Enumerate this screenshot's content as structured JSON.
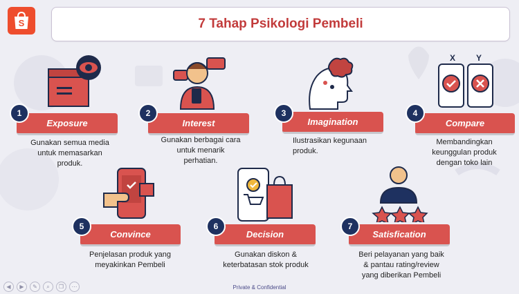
{
  "brand": {
    "logo_glyph": "S",
    "accent": "#ee4d2d"
  },
  "title": "7 Tahap Psikologi Pembeli",
  "steps": [
    {
      "num": "1",
      "label": "Exposure",
      "desc": "Gunakan semua media\nuntuk memasarkan\nproduk.",
      "icon": "box-eye-icon"
    },
    {
      "num": "2",
      "label": "Interest",
      "desc": "Gunakan berbagai cara\nuntuk menarik\nperhatian.",
      "icon": "person-phone-chat-icon"
    },
    {
      "num": "3",
      "label": "Imagination",
      "desc": "Ilustrasikan kegunaan\nproduk.",
      "icon": "head-thinking-icon"
    },
    {
      "num": "4",
      "label": "Compare",
      "desc": "Membandingkan\nkeunggulan produk\ndengan toko lain",
      "icon": "compare-phones-icon"
    },
    {
      "num": "5",
      "label": "Convince",
      "desc": "Penjelasan produk yang\nmeyakinkan Pembeli",
      "icon": "hand-phone-icon"
    },
    {
      "num": "6",
      "label": "Decision",
      "desc": "Gunakan diskon &\nketerbatasan stok produk",
      "icon": "phone-cart-bag-icon"
    },
    {
      "num": "7",
      "label": "Satisfication",
      "desc": "Beri pelayanan yang baik\n& pantau rating/review\nyang diberikan Pembeli",
      "icon": "user-rating-stars-icon"
    }
  ],
  "compare_labels": {
    "left": "X",
    "right": "Y"
  },
  "footer": "Private & Confidential",
  "colors": {
    "bar": "#d9534f",
    "num": "#1e3160",
    "title": "#c23b3b",
    "navy": "#1e2a4a"
  }
}
